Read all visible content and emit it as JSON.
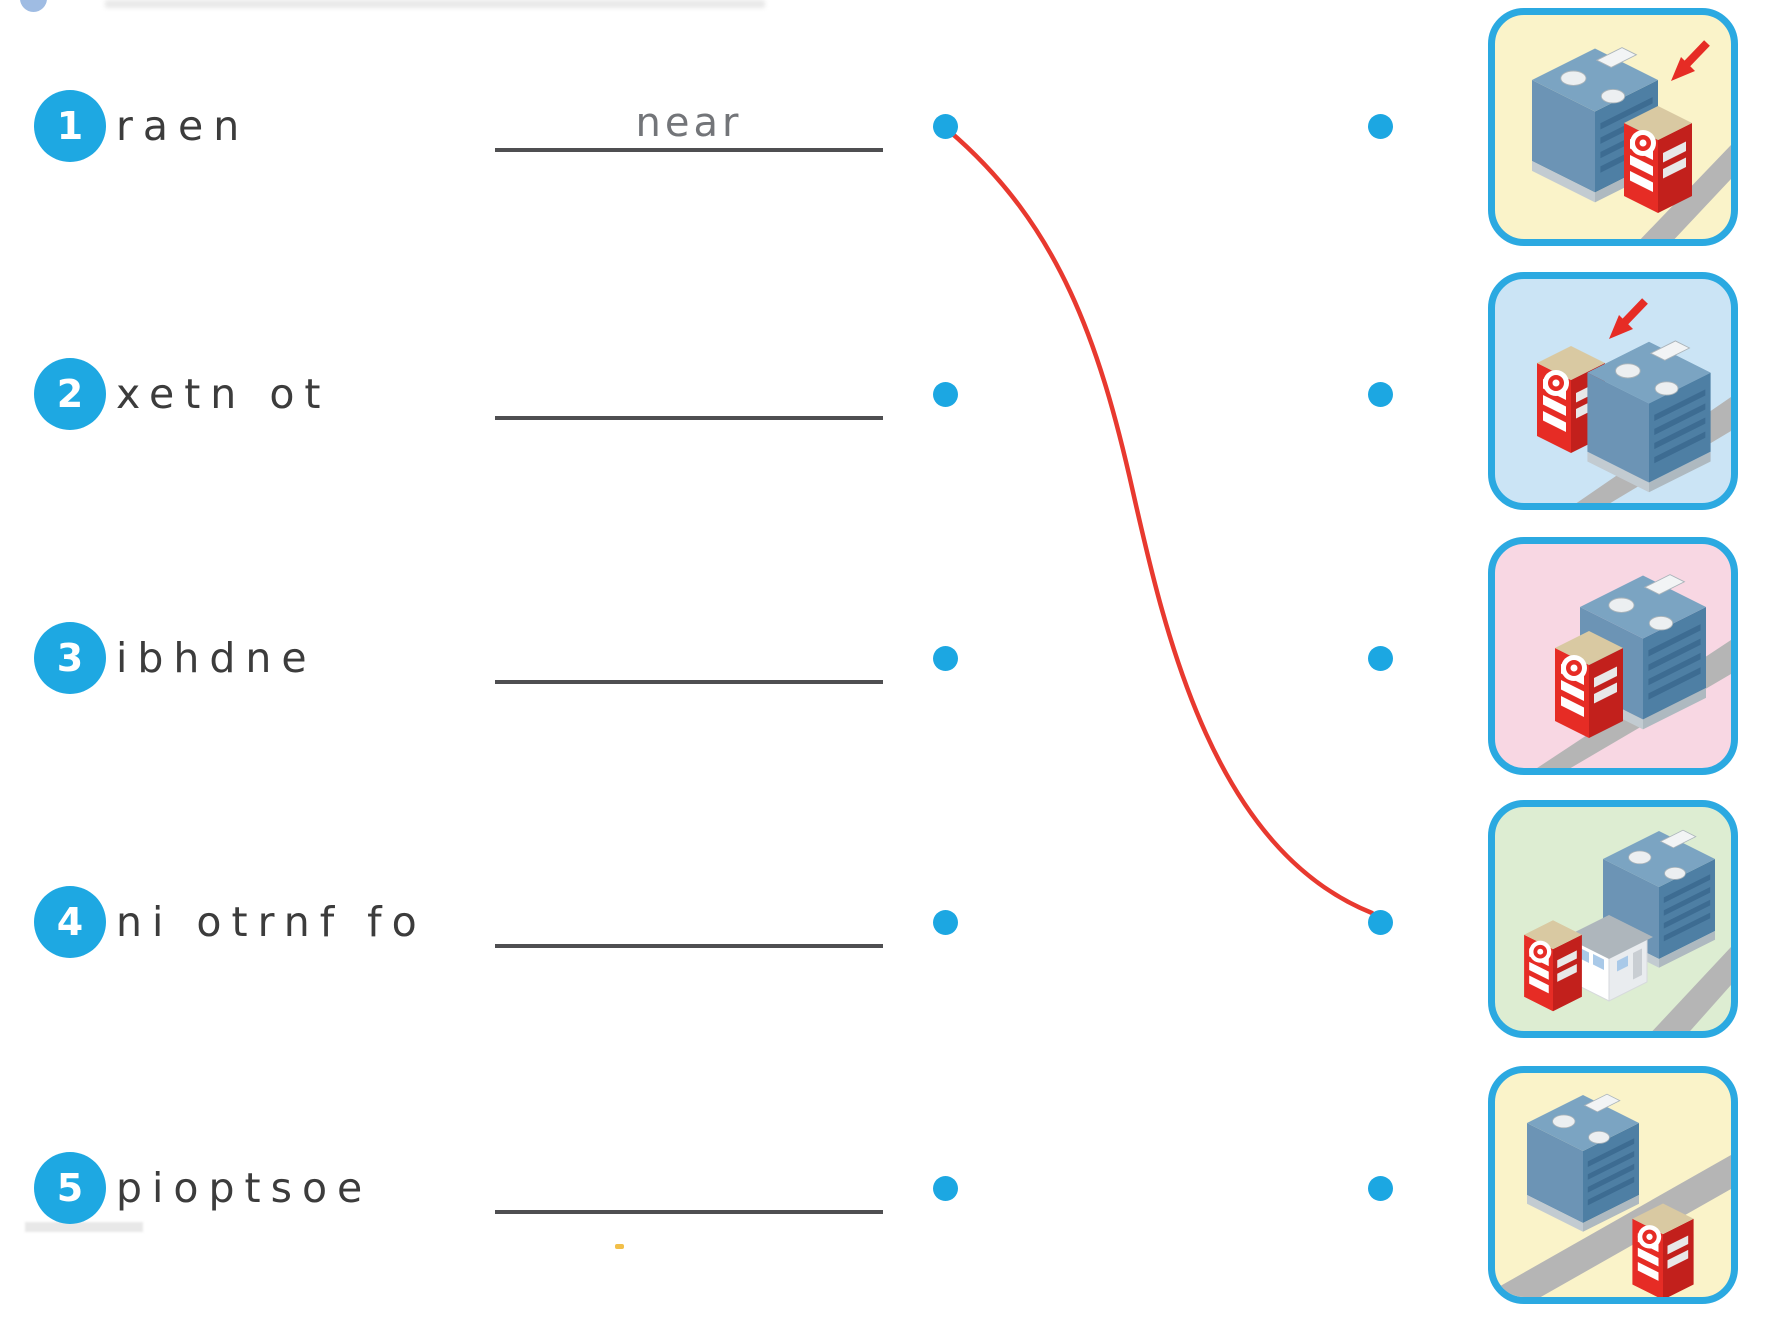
{
  "exercise": {
    "items": [
      {
        "number": "1",
        "scrambled": "raen",
        "answer": "near"
      },
      {
        "number": "2",
        "scrambled": "xetn ot",
        "answer": ""
      },
      {
        "number": "3",
        "scrambled": "ibhdne",
        "answer": ""
      },
      {
        "number": "4",
        "scrambled": "ni otrnf fo",
        "answer": ""
      },
      {
        "number": "5",
        "scrambled": "pioptsoe",
        "answer": ""
      }
    ],
    "connection": {
      "from_item": "1",
      "to_card_row": "4"
    }
  },
  "cards": [
    {
      "background": "#faf3c9",
      "arrow": true,
      "scene": "red fire station next to the right side of a blue office building, road at bottom right"
    },
    {
      "background": "#cbe4f5",
      "arrow": true,
      "scene": "red fire station on the left, next to a blue office building, road at bottom"
    },
    {
      "background": "#f8d7e3",
      "arrow": false,
      "scene": "red fire station in front of a blue office building, road at bottom"
    },
    {
      "background": "#ddedd2",
      "arrow": false,
      "scene": "red fire station, white house and blue office building in a row along a road"
    },
    {
      "background": "#faf3c9",
      "arrow": false,
      "scene": "blue office building and red fire station on opposite sides of a road"
    }
  ],
  "colors": {
    "accent_blue": "#1ea8e2",
    "connector_red": "#e8392f",
    "answer_gray": "#737579",
    "line_gray": "#4f4f51"
  }
}
